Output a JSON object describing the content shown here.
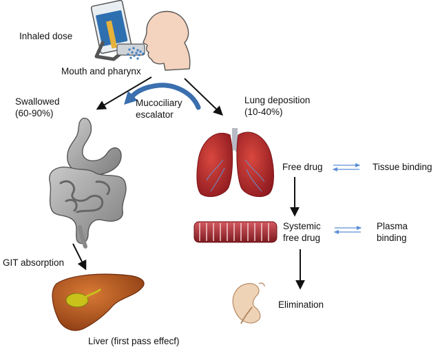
{
  "labels": {
    "inhaled_dose": "Inhaled dose",
    "mouth_pharynx": "Mouth and pharynx",
    "swallowed_line1": "Swallowed",
    "swallowed_line2": "(60-90%)",
    "mucociliary_line1": "Mucociliary",
    "mucociliary_line2": "escalator",
    "lung_deposition_line1": "Lung deposition",
    "lung_deposition_line2": "(10-40%)",
    "free_drug": "Free drug",
    "tissue_binding": "Tissue binding",
    "systemic_line1": "Systemic",
    "systemic_line2": "free drug",
    "plasma_line1": "Plasma",
    "plasma_line2": "binding",
    "git_absorption": "GIT absorption",
    "elimination": "Elimination",
    "liver": "Liver (first pass effecf)"
  },
  "colors": {
    "arrow": "#111111",
    "escalator_arrow": "#3b6fae",
    "equilibrium_arrows": "#5b8ed6",
    "lung": "#b8262b",
    "vessel": "#a82d33",
    "liver": "#b5561e",
    "gallbladder": "#c8c21a",
    "intestine": "#9a9a9a",
    "face": "#f2c9b0",
    "inhaler": "#2e6fb0"
  }
}
